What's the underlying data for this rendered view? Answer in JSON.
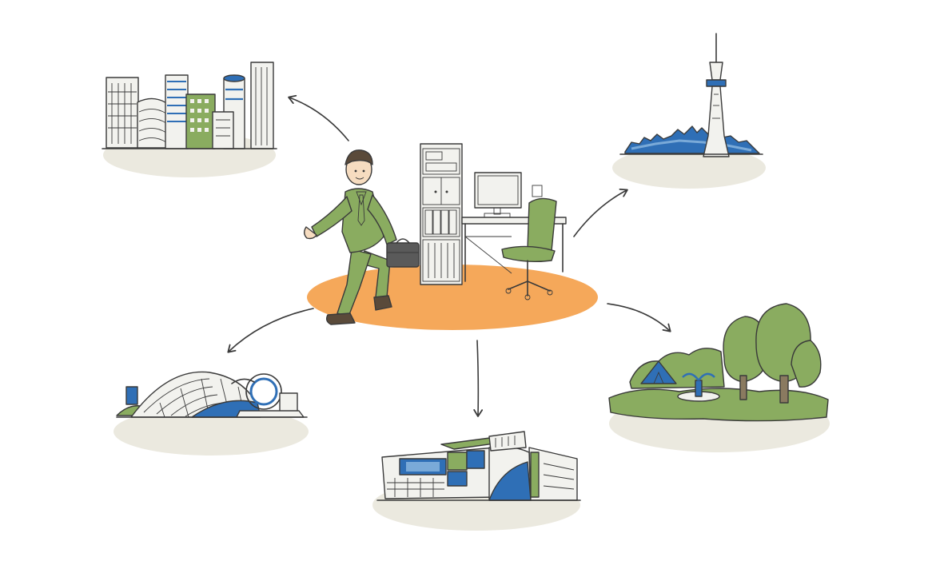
{
  "colors": {
    "background": "#ffffff",
    "platform": "#f5a85a",
    "ground": "#ebe9df",
    "green": "#8aac60",
    "green_dark": "#5f8a3c",
    "blue": "#2f6fb6",
    "blue_light": "#7aaad8",
    "building": "#f2f2ee",
    "ink": "#3a3a3a",
    "skin": "#f6dcc0"
  },
  "icons": {
    "center": "businessman-walking-from-office-desk-icon",
    "top_left": "office-buildings-icon",
    "top_right": "city-skyline-tower-icon",
    "bottom_left": "stadium-dome-icon",
    "bottom_center": "shopping-center-icon",
    "bottom_right": "park-forest-icon"
  },
  "destinations": [
    {
      "id": "office-district",
      "icon": "office-buildings-icon"
    },
    {
      "id": "skyline",
      "icon": "city-skyline-tower-icon"
    },
    {
      "id": "stadium",
      "icon": "stadium-dome-icon"
    },
    {
      "id": "mall",
      "icon": "shopping-center-icon"
    },
    {
      "id": "park",
      "icon": "park-forest-icon"
    }
  ]
}
